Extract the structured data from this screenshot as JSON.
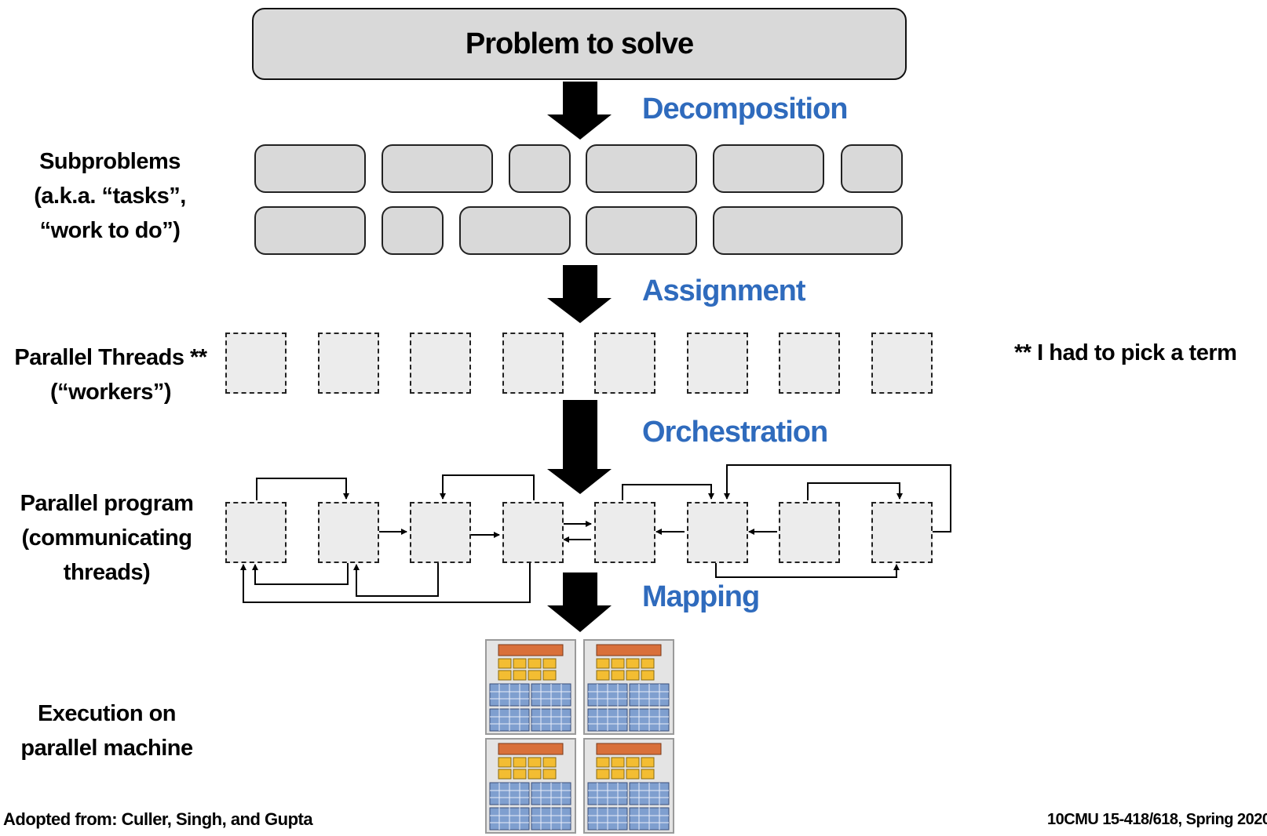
{
  "problem": "Problem to solve",
  "stages": {
    "decomposition": "Decomposition",
    "assignment": "Assignment",
    "orchestration": "Orchestration",
    "mapping": "Mapping"
  },
  "labels": {
    "subproblems": [
      "Subproblems",
      "(a.k.a. “tasks”,",
      "“work to do”)"
    ],
    "threads": [
      "Parallel Threads **",
      "(“workers”)"
    ],
    "program": [
      "Parallel program",
      "(communicating",
      "threads)"
    ],
    "execution": [
      "Execution on",
      "parallel machine"
    ]
  },
  "note": "** I had to pick a term",
  "footer": {
    "credit": "Adopted from: Culler, Singh, and Gupta",
    "page": "10",
    "course": "CMU 15-418/618, Spring 2020"
  },
  "colors": {
    "stage_text": "#2f6bbd",
    "box_fill": "#d9d9d9",
    "worker_fill": "#ececec",
    "chip_bar": "#d9703a",
    "chip_core": "#f3bd32",
    "chip_cache": "#7f9fcf"
  }
}
